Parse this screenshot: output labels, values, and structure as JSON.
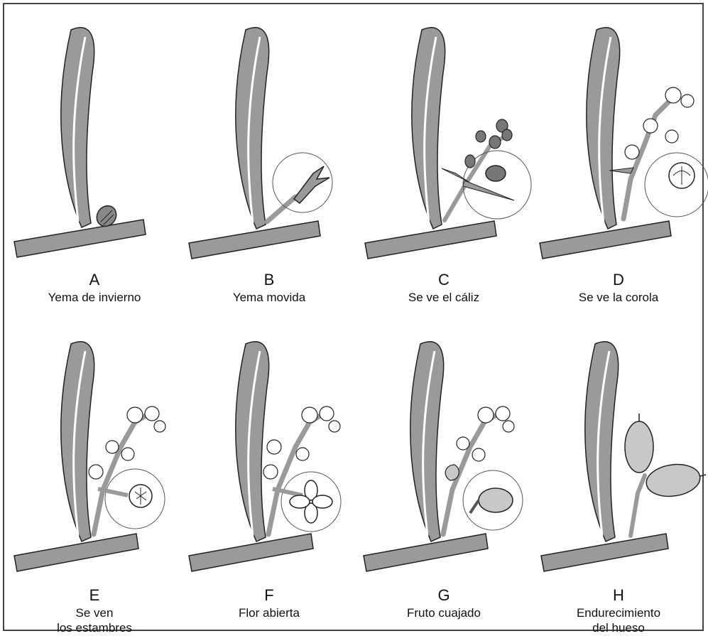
{
  "colors": {
    "plant": "#9a9a9a",
    "outline": "#222222",
    "fruit": "#c8c8c8",
    "background": "#ffffff"
  },
  "stages": [
    {
      "letter": "A",
      "label": "Yema de invierno"
    },
    {
      "letter": "B",
      "label": "Yema movida"
    },
    {
      "letter": "C",
      "label": "Se ve el cáliz"
    },
    {
      "letter": "D",
      "label": "Se ve la corola"
    },
    {
      "letter": "E",
      "label": "Se ven\nlos estambres"
    },
    {
      "letter": "F",
      "label": "Flor abierta"
    },
    {
      "letter": "G",
      "label": "Fruto cuajado"
    },
    {
      "letter": "H",
      "label": "Endurecimiento\ndel hueso"
    }
  ]
}
